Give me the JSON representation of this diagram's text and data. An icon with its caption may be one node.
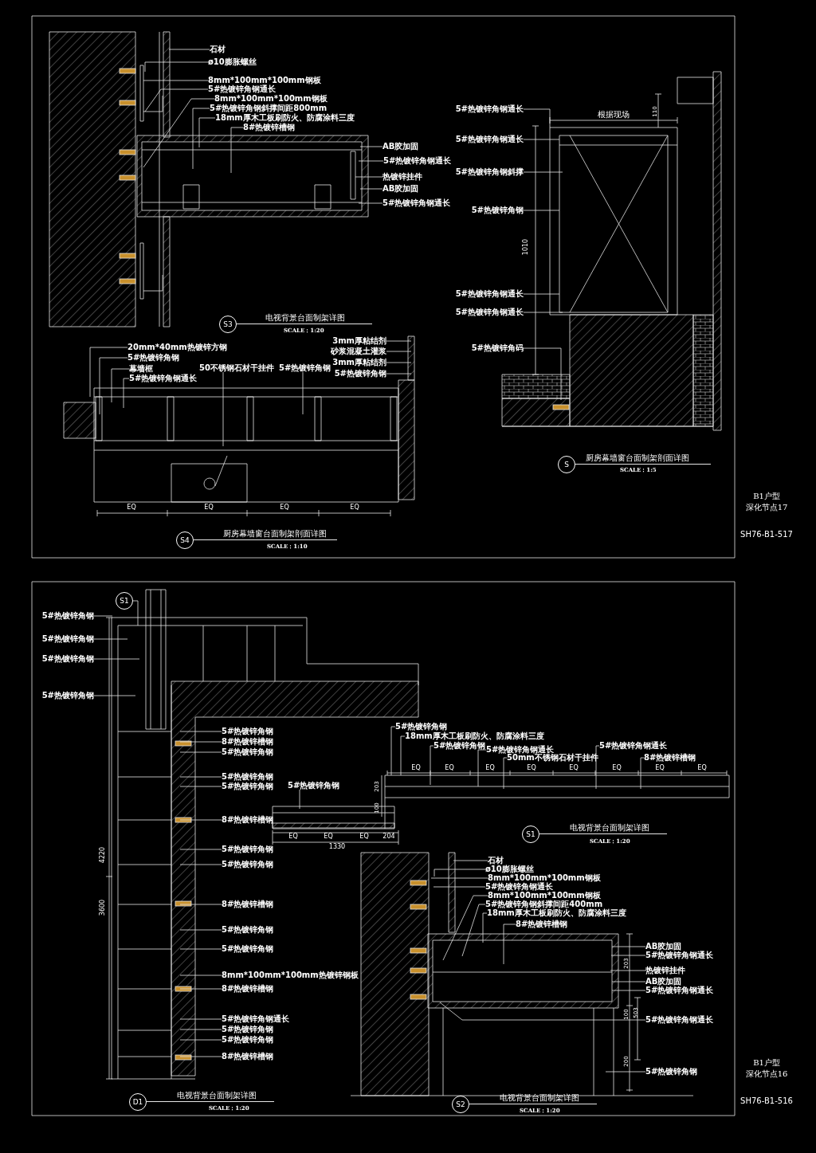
{
  "diagram": {
    "nodes": [
      {
        "text": [
          "石材"
        ]
      },
      {
        "text": [
          "ø10膨胀螺丝"
        ]
      },
      {
        "text": [
          "8mm*100mm*100mm钢板"
        ]
      },
      {
        "text": [
          "5#热镀锌角钢通长"
        ]
      },
      {
        "text": [
          "8mm*100mm*100mm钢板"
        ]
      },
      {
        "text": [
          "5#热镀锌角钢斜撑间距800mm"
        ]
      },
      {
        "text": [
          "18mm厚木工板刷防火、防腐涂料三度"
        ]
      },
      {
        "text": [
          "8#热镀锌槽钢"
        ]
      },
      {
        "text": [
          "AB胶加固"
        ]
      },
      {
        "text": [
          "5#热镀锌角钢通长"
        ]
      },
      {
        "text": [
          "热镀锌挂件"
        ]
      },
      {
        "text": [
          "AB胶加固"
        ]
      },
      {
        "text": [
          "5#热镀锌角钢通长"
        ]
      },
      {
        "text": [
          "S3"
        ],
        "beside": [
          "电视背景台面制架详图",
          "SCALE：1:20"
        ]
      },
      {
        "text": [
          "20mm*40mm热镀锌方钢"
        ]
      },
      {
        "text": [
          "5#热镀锌角钢"
        ]
      },
      {
        "text": [
          "幕墙框"
        ]
      },
      {
        "text": [
          "5#热镀锌角钢通长"
        ]
      },
      {
        "text": [
          "50不锈钢石材干挂件"
        ]
      },
      {
        "text": [
          "5#热镀锌角钢"
        ]
      },
      {
        "text": [
          "3mm厚粘结剂"
        ]
      },
      {
        "text": [
          "砂浆混凝土灌浆"
        ]
      },
      {
        "text": [
          "3mm厚粘结剂"
        ]
      },
      {
        "text": [
          "5#热镀锌角钢"
        ]
      },
      {
        "text": [
          "S4"
        ],
        "beside": [
          "厨房幕墙窗台面制架剖面详图",
          "SCALE：1:10"
        ]
      },
      {
        "text": [
          "5#热镀锌角钢通长"
        ]
      },
      {
        "text": [
          "5#热镀锌角钢通长"
        ]
      },
      {
        "text": [
          "5#热镀锌角钢斜撑"
        ]
      },
      {
        "text": [
          "5#热镀锌角钢"
        ]
      },
      {
        "text": [
          "5#热镀锌角钢通长"
        ]
      },
      {
        "text": [
          "5#热镀锌角钢通长"
        ]
      },
      {
        "text": [
          "5#热镀锌角码"
        ]
      },
      {
        "text": [
          "S"
        ],
        "beside": [
          "厨房幕墙窗台面制架剖面详图",
          "SCALE：1:5"
        ]
      },
      {
        "text": [
          "S1"
        ]
      },
      {
        "text": [
          "5#热镀锌角钢"
        ]
      },
      {
        "text": [
          "5#热镀锌角钢"
        ]
      },
      {
        "text": [
          "5#热镀锌角钢"
        ]
      },
      {
        "text": [
          "5#热镀锌角钢"
        ]
      },
      {
        "text": [
          "5#热镀锌角钢"
        ]
      },
      {
        "text": [
          "8#热镀锌槽钢"
        ]
      },
      {
        "text": [
          "5#热镀锌角钢"
        ]
      },
      {
        "text": [
          "5#热镀锌角钢"
        ]
      },
      {
        "text": [
          "5#热镀锌角钢"
        ]
      },
      {
        "text": [
          "8#热镀锌槽钢"
        ]
      },
      {
        "text": [
          "5#热镀锌角钢"
        ]
      },
      {
        "text": [
          "5#热镀锌角钢"
        ]
      },
      {
        "text": [
          "8#热镀锌槽钢"
        ]
      },
      {
        "text": [
          "5#热镀锌角钢"
        ]
      },
      {
        "text": [
          "5#热镀锌角钢"
        ]
      },
      {
        "text": [
          "8mm*100mm*100mm热镀锌钢板"
        ]
      },
      {
        "text": [
          "8#热镀锌槽钢"
        ]
      },
      {
        "text": [
          "5#热镀锌角钢通长"
        ]
      },
      {
        "text": [
          "5#热镀锌角钢"
        ]
      },
      {
        "text": [
          "5#热镀锌角钢"
        ]
      },
      {
        "text": [
          "8#热镀锌槽钢"
        ]
      },
      {
        "text": [
          "D1"
        ],
        "beside": [
          "电视背景台面制架详图",
          "SCALE：1:20"
        ]
      },
      {
        "text": [
          "5#热镀锌角钢"
        ]
      },
      {
        "text": [
          "18mm厚木工板刷防火、防腐涂料三度"
        ]
      },
      {
        "text": [
          "5#热镀锌角钢"
        ]
      },
      {
        "text": [
          "5#热镀锌角钢通长"
        ]
      },
      {
        "text": [
          "5#热镀锌角钢通长"
        ]
      },
      {
        "text": [
          "50mm不锈钢石材干挂件"
        ]
      },
      {
        "text": [
          "8#热镀锌槽钢"
        ]
      },
      {
        "text": [
          "5#热镀锌角钢"
        ]
      },
      {
        "text": [
          "S1"
        ],
        "beside": [
          "电视背景台面制架详图",
          "SCALE：1:20"
        ]
      },
      {
        "text": [
          "石材"
        ]
      },
      {
        "text": [
          "ø10膨胀螺丝"
        ]
      },
      {
        "text": [
          "8mm*100mm*100mm钢板"
        ]
      },
      {
        "text": [
          "5#热镀锌角钢通长"
        ]
      },
      {
        "text": [
          "8mm*100mm*100mm钢板"
        ]
      },
      {
        "text": [
          "5#热镀锌角钢斜撑间距400mm"
        ]
      },
      {
        "text": [
          "18mm厚木工板刷防火、防腐涂料三度"
        ]
      },
      {
        "text": [
          "8#热镀锌槽钢"
        ]
      },
      {
        "text": [
          "AB胶加固"
        ]
      },
      {
        "text": [
          "5#热镀锌角钢通长"
        ]
      },
      {
        "text": [
          "热镀锌挂件"
        ]
      },
      {
        "text": [
          "AB胶加固"
        ]
      },
      {
        "text": [
          "5#热镀锌角钢通长"
        ]
      },
      {
        "text": [
          "5#热镀锌角钢通长"
        ]
      },
      {
        "text": [
          "5#热镀锌角钢"
        ]
      },
      {
        "text": [
          "S2"
        ],
        "beside": [
          "电视背景台面制架详图",
          "SCALE：1:20"
        ]
      }
    ],
    "edges": [
      {
        "from": 0,
        "to": null,
        "arrow": "none"
      },
      {
        "from": 1,
        "to": null,
        "arrow": "none"
      },
      {
        "from": 2,
        "to": null,
        "arrow": "none"
      },
      {
        "from": 3,
        "to": null,
        "arrow": "none"
      },
      {
        "from": 4,
        "to": null,
        "arrow": "none"
      },
      {
        "from": 5,
        "to": null,
        "arrow": "none"
      },
      {
        "from": 6,
        "to": null,
        "arrow": "none"
      },
      {
        "from": 7,
        "to": null,
        "arrow": "none"
      },
      {
        "from": 8,
        "to": null,
        "arrow": "none"
      },
      {
        "from": 9,
        "to": null,
        "arrow": "none"
      },
      {
        "from": 10,
        "to": null,
        "arrow": "none"
      },
      {
        "from": 11,
        "to": null,
        "arrow": "none"
      },
      {
        "from": 12,
        "to": null,
        "arrow": "none"
      },
      {
        "from": 14,
        "to": null,
        "arrow": "none"
      },
      {
        "from": 15,
        "to": null,
        "arrow": "none"
      },
      {
        "from": 16,
        "to": null,
        "arrow": "none"
      },
      {
        "from": 17,
        "to": null,
        "arrow": "none"
      },
      {
        "from": 18,
        "to": null,
        "arrow": "none"
      },
      {
        "from": 19,
        "to": null,
        "arrow": "none"
      },
      {
        "from": 20,
        "to": null,
        "arrow": "none"
      },
      {
        "from": 21,
        "to": null,
        "arrow": "none"
      },
      {
        "from": 22,
        "to": null,
        "arrow": "none"
      },
      {
        "from": 23,
        "to": null,
        "arrow": "none"
      },
      {
        "from": 25,
        "to": null,
        "arrow": "none"
      },
      {
        "from": 26,
        "to": null,
        "arrow": "none"
      },
      {
        "from": 27,
        "to": null,
        "arrow": "none"
      },
      {
        "from": 28,
        "to": null,
        "arrow": "none"
      },
      {
        "from": 29,
        "to": null,
        "arrow": "none"
      },
      {
        "from": 30,
        "to": null,
        "arrow": "none"
      },
      {
        "from": 31,
        "to": null,
        "arrow": "none"
      },
      {
        "from": 33,
        "to": null,
        "arrow": "none"
      },
      {
        "from": 34,
        "to": null,
        "arrow": "none"
      },
      {
        "from": 35,
        "to": null,
        "arrow": "none"
      },
      {
        "from": 36,
        "to": null,
        "arrow": "none"
      },
      {
        "from": 37,
        "to": null,
        "arrow": "none"
      },
      {
        "from": 38,
        "to": null,
        "arrow": "none"
      },
      {
        "from": 39,
        "to": null,
        "arrow": "none"
      },
      {
        "from": 40,
        "to": null,
        "arrow": "none"
      },
      {
        "from": 41,
        "to": null,
        "arrow": "none"
      },
      {
        "from": 42,
        "to": null,
        "arrow": "none"
      },
      {
        "from": 43,
        "to": null,
        "arrow": "none"
      },
      {
        "from": 44,
        "to": null,
        "arrow": "none"
      },
      {
        "from": 45,
        "to": null,
        "arrow": "none"
      },
      {
        "from": 46,
        "to": null,
        "arrow": "none"
      },
      {
        "from": 47,
        "to": null,
        "arrow": "none"
      },
      {
        "from": 48,
        "to": null,
        "arrow": "none"
      },
      {
        "from": 49,
        "to": null,
        "arrow": "none"
      },
      {
        "from": 50,
        "to": null,
        "arrow": "none"
      },
      {
        "from": 51,
        "to": null,
        "arrow": "none"
      },
      {
        "from": 52,
        "to": null,
        "arrow": "none"
      },
      {
        "from": 53,
        "to": null,
        "arrow": "none"
      },
      {
        "from": 54,
        "to": null,
        "arrow": "none"
      },
      {
        "from": 56,
        "to": null,
        "arrow": "none"
      },
      {
        "from": 57,
        "to": null,
        "arrow": "none"
      },
      {
        "from": 58,
        "to": null,
        "arrow": "none"
      },
      {
        "from": 59,
        "to": null,
        "arrow": "none"
      },
      {
        "from": 60,
        "to": null,
        "arrow": "none"
      },
      {
        "from": 61,
        "to": null,
        "arrow": "none"
      },
      {
        "from": 62,
        "to": null,
        "arrow": "none"
      },
      {
        "from": 63,
        "to": null,
        "arrow": "none"
      },
      {
        "from": 65,
        "to": null,
        "arrow": "none"
      },
      {
        "from": 66,
        "to": null,
        "arrow": "none"
      },
      {
        "from": 67,
        "to": null,
        "arrow": "none"
      },
      {
        "from": 68,
        "to": null,
        "arrow": "none"
      },
      {
        "from": 69,
        "to": null,
        "arrow": "none"
      },
      {
        "from": 70,
        "to": null,
        "arrow": "none"
      },
      {
        "from": 71,
        "to": null,
        "arrow": "none"
      },
      {
        "from": 72,
        "to": null,
        "arrow": "none"
      },
      {
        "from": 73,
        "to": null,
        "arrow": "none"
      },
      {
        "from": 74,
        "to": null,
        "arrow": "none"
      },
      {
        "from": 75,
        "to": null,
        "arrow": "none"
      },
      {
        "from": 76,
        "to": null,
        "arrow": "none"
      },
      {
        "from": 77,
        "to": null,
        "arrow": "none"
      },
      {
        "from": 78,
        "to": null,
        "arrow": "none"
      },
      {
        "from": 79,
        "to": null,
        "arrow": "none"
      }
    ],
    "labels": [
      "根据现场",
      "110",
      "1010",
      "EQ",
      "EQ",
      "EQ",
      "EQ",
      "B1户型",
      "深化节点17",
      "SH76-B1-517",
      "4220",
      "3600",
      "EQ",
      "EQ",
      "EQ",
      "EQ",
      "EQ",
      "EQ",
      "EQ",
      "EQ",
      "203",
      "100",
      "EQ",
      "EQ",
      "EQ",
      "204",
      "1330",
      "203",
      "100",
      "503",
      "200",
      "B1户型",
      "深化节点16",
      "SH76-B1-516"
    ]
  }
}
